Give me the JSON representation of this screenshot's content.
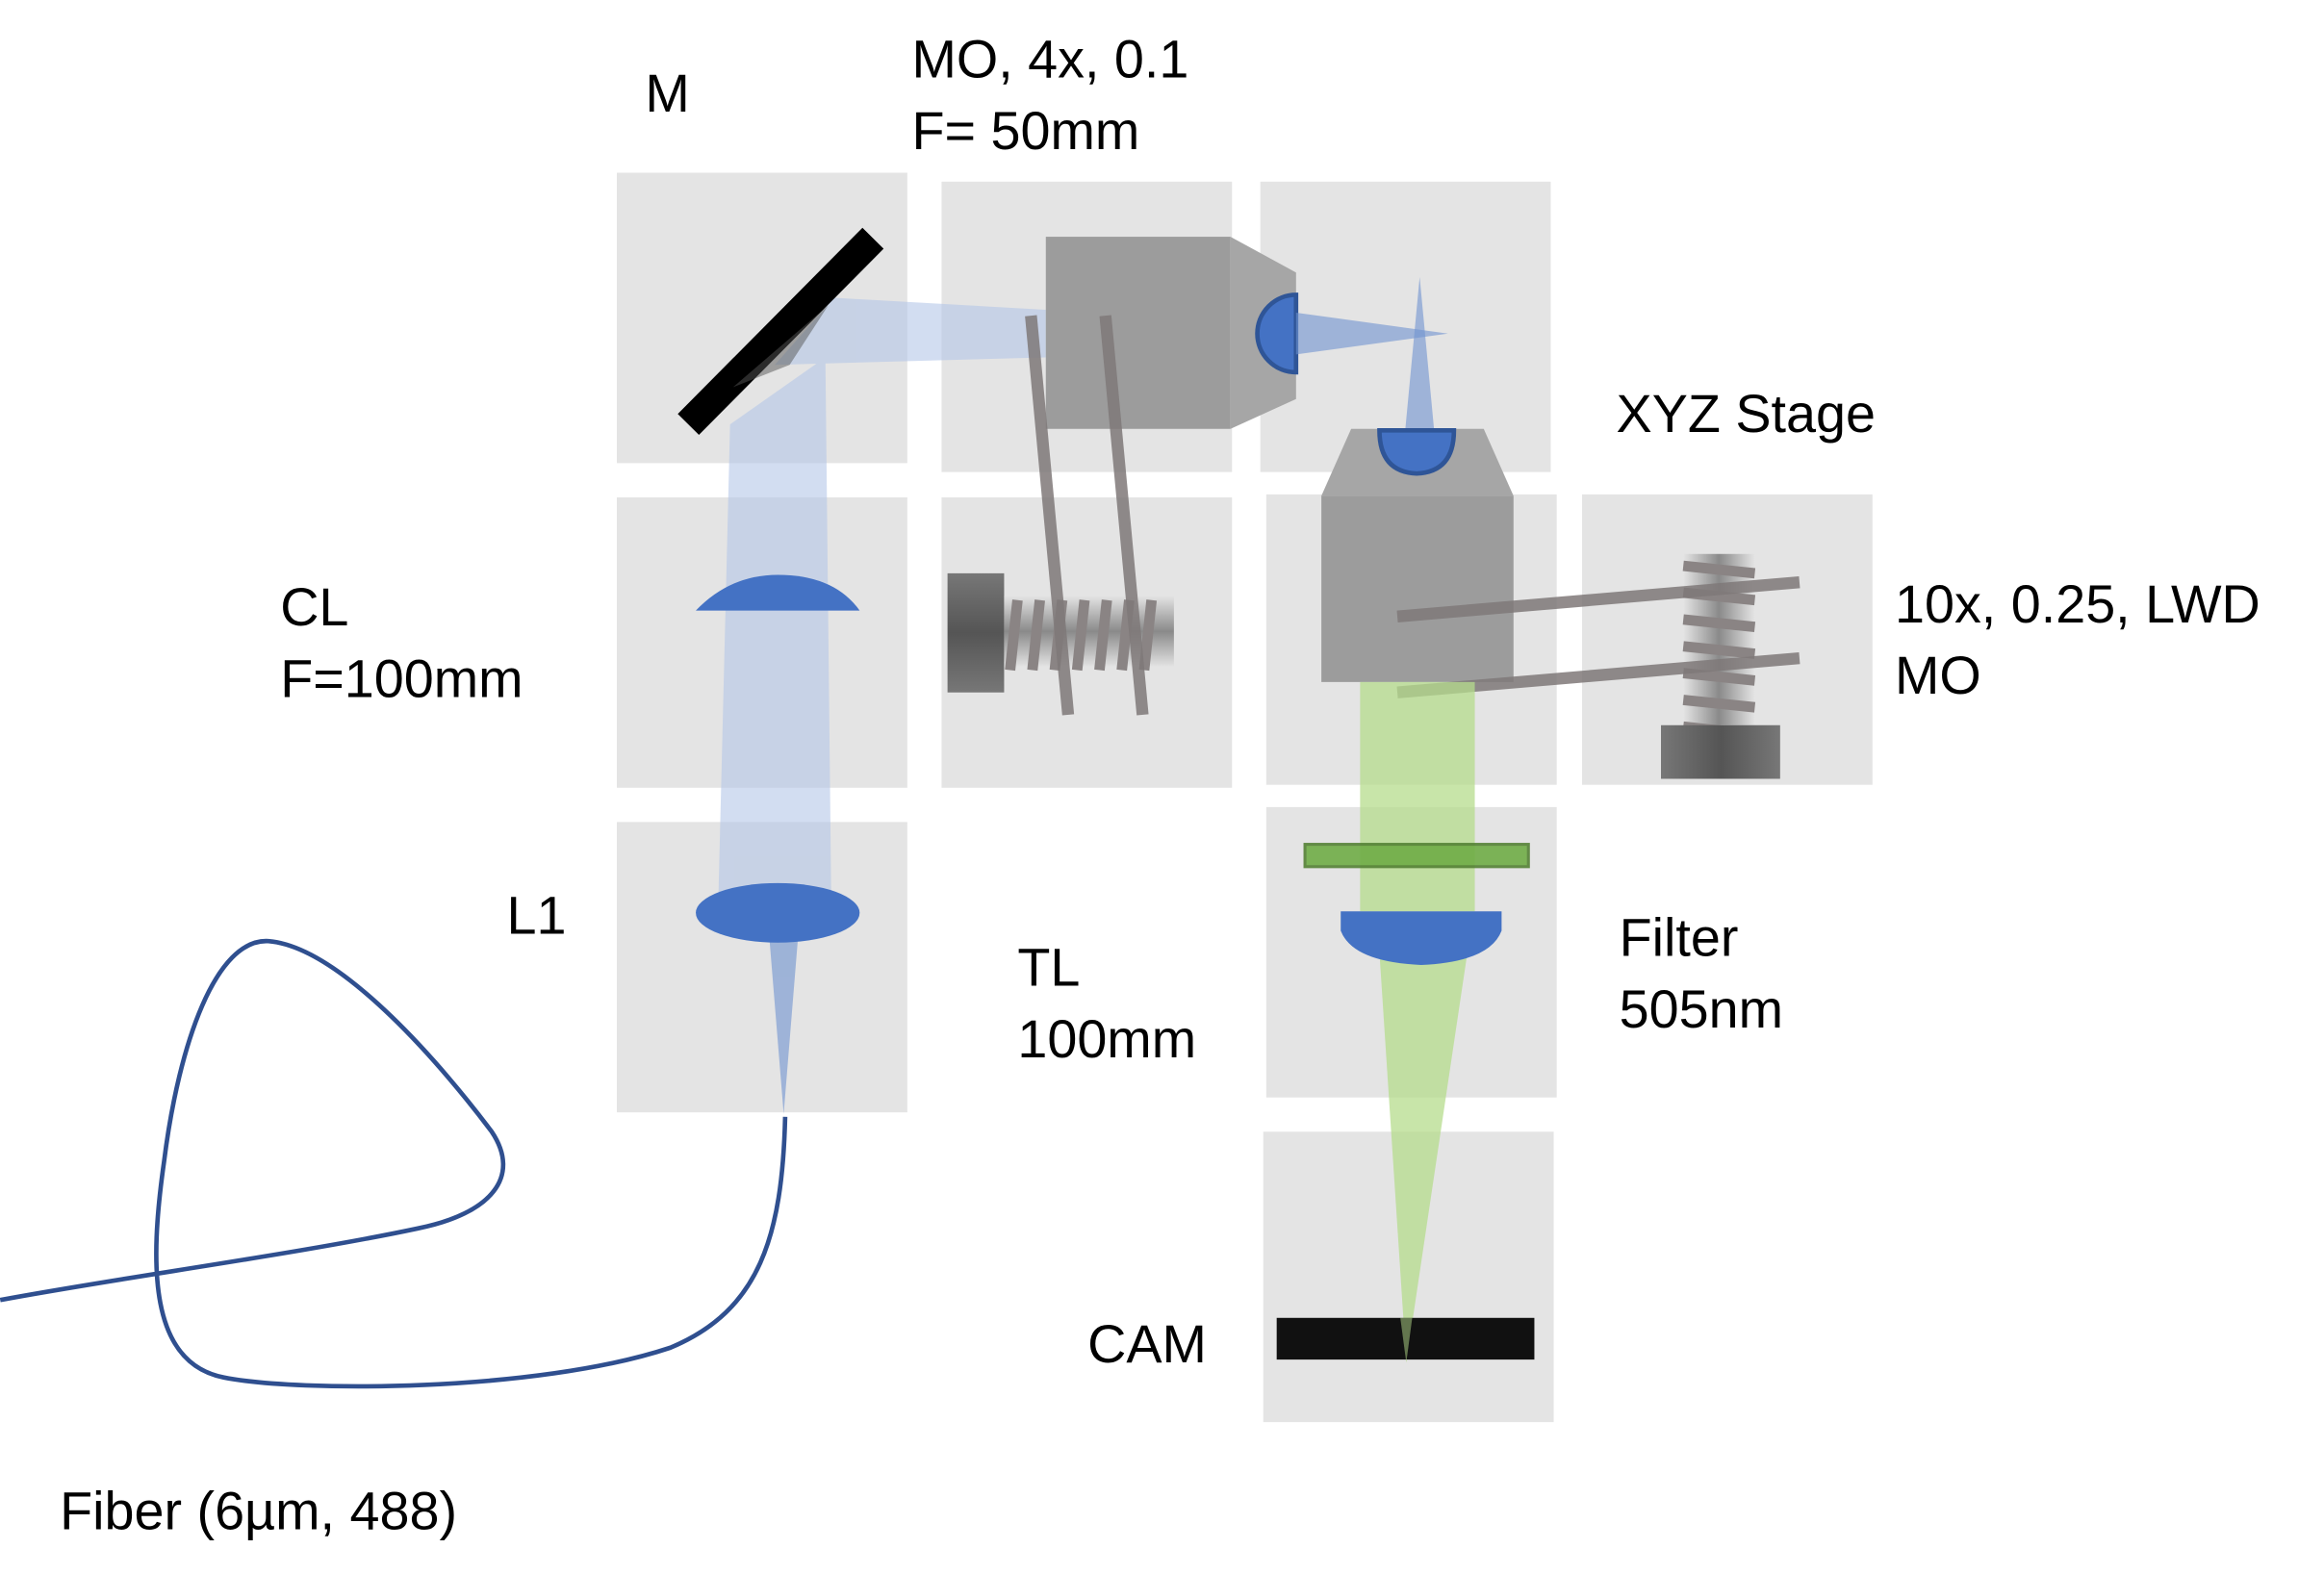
{
  "labels": {
    "mirror": "M",
    "mo4x_line1": "MO, 4x, 0.1",
    "mo4x_line2": "F= 50mm",
    "cl_line1": "CL",
    "cl_line2": "F=100mm",
    "l1": "L1",
    "tl_line1": "TL",
    "tl_line2": "100mm",
    "stage": "XYZ Stage",
    "mo10x_line1": "10x, 0.25, LWD",
    "mo10x_line2": "MO",
    "filter_line1": "Filter",
    "filter_line2": "505nm",
    "cam": "CAM",
    "fiber": "Fiber (6µm, 488)"
  },
  "colors": {
    "panel": "#e4e4e4",
    "lens": "#4472c4",
    "beam_blue": "#b4c7e7",
    "beam_green": "#b5dc8c",
    "filter": "#70ad47",
    "fiber": "#2f4f8f"
  }
}
